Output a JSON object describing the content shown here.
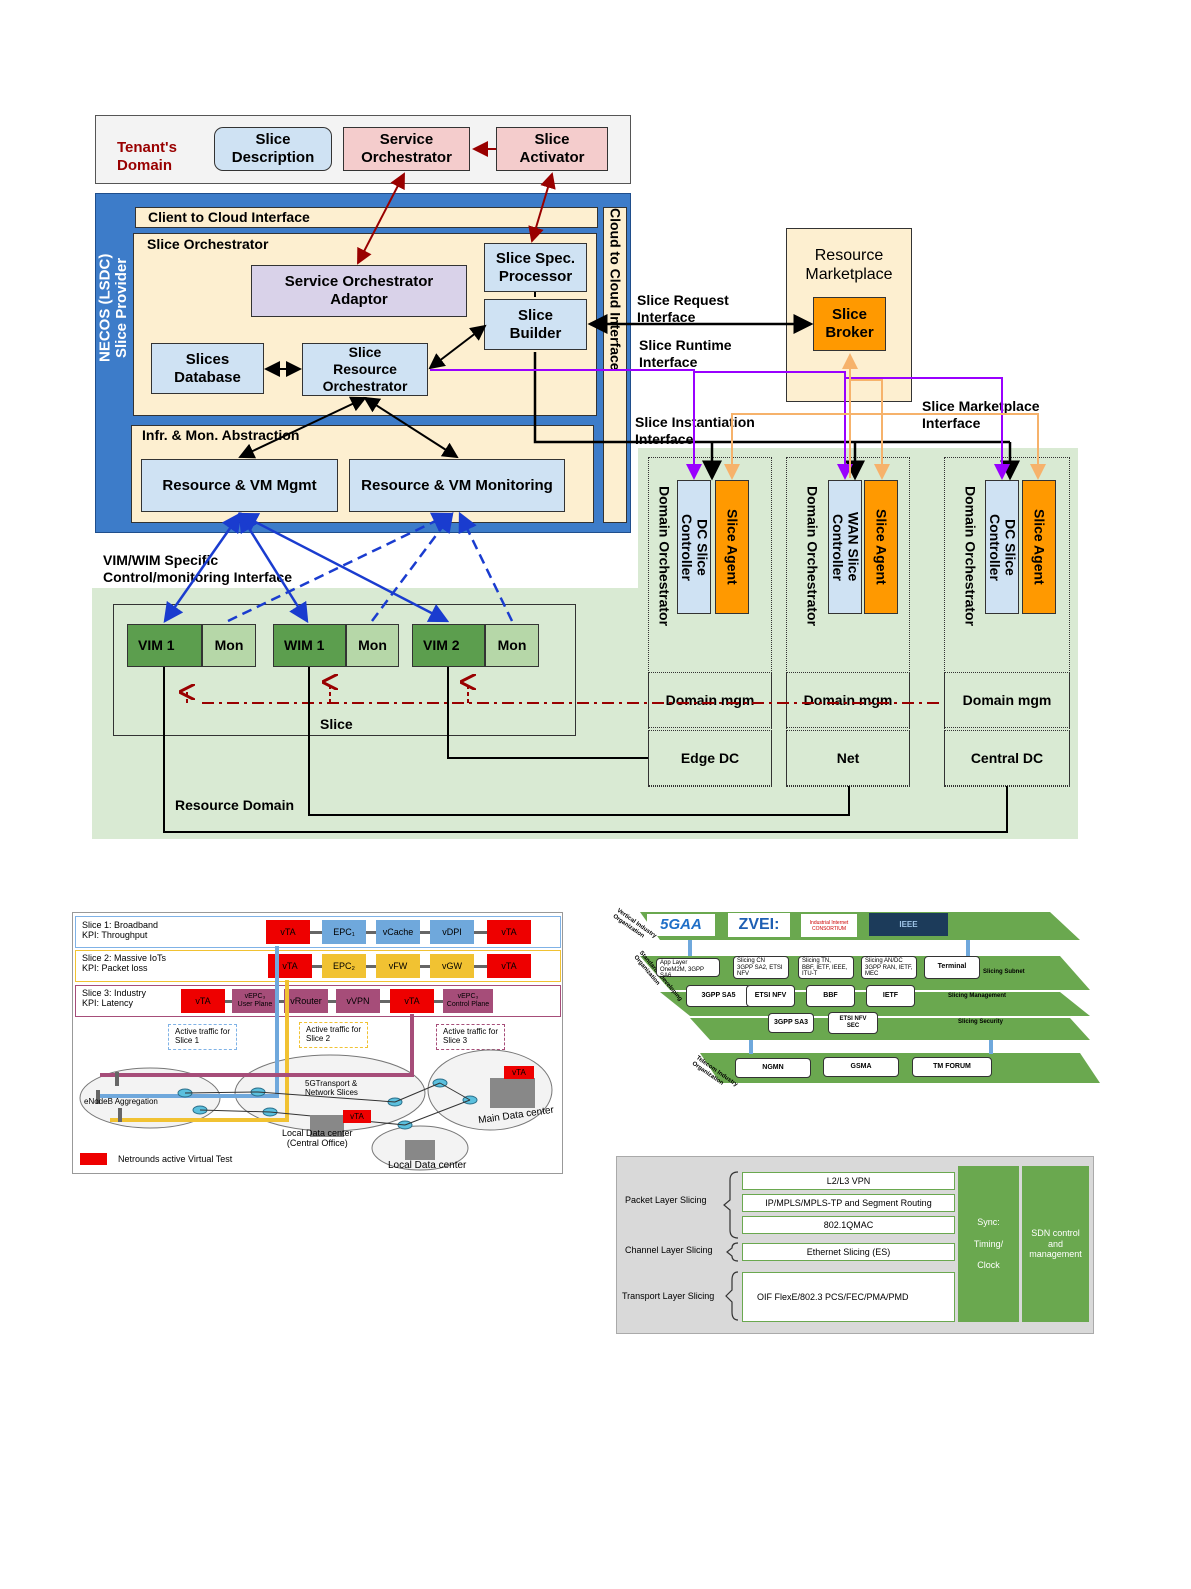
{
  "necos": {
    "tenant_domain": "Tenant's\nDomain",
    "slice_description": "Slice\nDescription",
    "service_orchestrator": "Service\nOrchestrator",
    "slice_activator": "Slice\nActivator",
    "provider_label": "NECOS (LSDC)\nSlice Provider",
    "client_to_cloud": "Client to Cloud Interface",
    "cloud_to_cloud": "Cloud to Cloud Interface",
    "slice_orchestrator": "Slice Orchestrator",
    "service_orchestrator_adaptor": "Service Orchestrator\nAdaptor",
    "slice_spec_processor": "Slice Spec.\nProcessor",
    "slice_builder": "Slice\nBuilder",
    "slices_database": "Slices\nDatabase",
    "slice_resource_orchestrator": "Slice\nResource\nOrchestrator",
    "infr_mon_abstraction": "Infr. & Mon. Abstraction",
    "resource_vm_mgmt": "Resource & VM Mgmt",
    "resource_vm_monitoring": "Resource & VM Monitoring",
    "resource_marketplace": "Resource\nMarketplace",
    "slice_broker": "Slice\nBroker",
    "slice_request_interface": "Slice Request\nInterface",
    "slice_runtime_interface": "Slice Runtime\nInterface",
    "slice_instantiation_interface": "Slice Instantiation\nInterface",
    "slice_marketplace_interface": "Slice Marketplace\nInterface",
    "vim_wim_interface": "VIM/WIM Specific\nControl/monitoring Interface",
    "vim1": "VIM 1",
    "wim1": "WIM 1",
    "vim2": "VIM 2",
    "mon": "Mon",
    "slice": "Slice",
    "resource_domain": "Resource Domain",
    "domain_orchestrator": "Domain Orchestrator",
    "dc_slice_controller": "DC Slice\nController",
    "wan_slice_controller": "WAN Slice\nController",
    "slice_agent": "Slice Agent",
    "domain_mgm": "Domain mgm",
    "edge_dc": "Edge DC",
    "net": "Net",
    "central_dc": "Central DC"
  },
  "slices_fig": {
    "slice1": "Slice 1: Broadband\nKPI: Throughput",
    "slice2": "Slice 2: Massive IoTs\nKPI: Packet loss",
    "slice3": "Slice 3: Industry\nKPI: Latency",
    "row1": [
      "vTA",
      "EPC₁",
      "vCache",
      "vDPI",
      "vTA"
    ],
    "row2": [
      "vTA",
      "EPC₂",
      "vFW",
      "vGW",
      "vTA"
    ],
    "row3": [
      "vTA",
      "vEPC₃\nUser Plane",
      "vRouter",
      "vVPN",
      "vTA",
      "vEPC₃\nControl Plane"
    ],
    "traffic1": "Active traffic for\nSlice 1",
    "traffic2": "Active traffic for\nSlice 2",
    "traffic3": "Active traffic for\nSlice 3",
    "enodeb": "eNodeB Aggregation",
    "transport": "5GTransport &\nNetwork Slices",
    "local_dc_co": "Local Data center\n(Central Office)",
    "main_dc": "Main Data center",
    "local_dc": "Local Data center",
    "vta": "vTA",
    "legend": "Netrounds active Virtual Test"
  },
  "standards_fig": {
    "logos": [
      "5GAA",
      "ZVEI:",
      "Industrial Internet CONSORTIUM",
      "IEEE"
    ],
    "vertical_org": "Vertical Industry\nOrganization",
    "sdo": "Standards Developing\nOrganization",
    "telecom_org": "Telecom Industry\nOrganization",
    "row1": [
      "App Layer\nOneM2M, 3GPP SA6",
      "Slicing CN\n3GPP SA2, ETSI NFV",
      "Slicing TN,\nBBF, IETF, IEEE, ITU-T",
      "Slicing AN/DC\n3GPP RAN, IETF, MEC",
      "Terminal"
    ],
    "slicing_subnet": "Slicing Subnet",
    "row2": [
      "3GPP SA5",
      "ETSI NFV",
      "BBF",
      "IETF"
    ],
    "slicing_management": "Slicing Management",
    "row3": [
      "3GPP SA3",
      "ETSI NFV\nSEC"
    ],
    "slicing_security": "Slicing Security",
    "row4": [
      "NGMN",
      "GSMA",
      "TM FORUM"
    ]
  },
  "layers_fig": {
    "packet_layer": "Packet Layer Slicing",
    "channel_layer": "Channel Layer Slicing",
    "transport_layer": "Transport Layer Slicing",
    "packet_items": [
      "L2/L3 VPN",
      "IP/MPLS/MPLS-TP and Segment Routing",
      "802.1QMAC"
    ],
    "channel_item": "Ethernet Slicing (ES)",
    "transport_item": "OIF FlexE/802.3 PCS/FEC/PMA/PMD",
    "sync": "Sync:\n\nTiming/\n\nClock",
    "sdn": "SDN control\nand\nmanagement"
  },
  "colors": {
    "blue_frame": "#3d7cc9",
    "peach": "#fdefd0",
    "light_blue": "#cfe2f3",
    "pink": "#f4cccc",
    "lavender": "#d9d2e9",
    "orange": "#ff9900",
    "green_bg": "#d9ead3",
    "dark_green": "#5c9e4e",
    "light_green": "#b6d7a8",
    "dark_red": "#990000",
    "purple": "#9900ff",
    "arrow_orange": "#f6b26b",
    "arrow_blue": "#1a3ccf"
  }
}
